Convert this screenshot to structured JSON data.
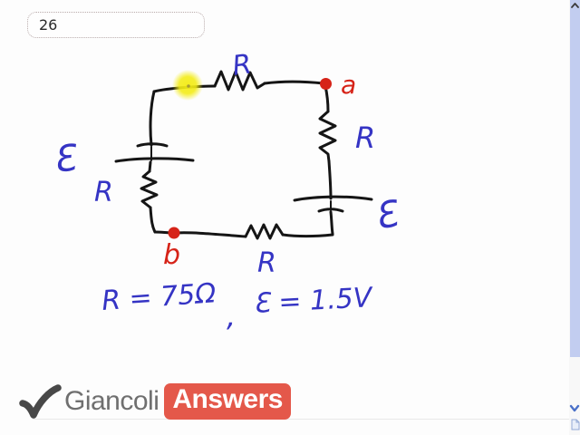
{
  "whiteboard": {
    "question_number": "26"
  },
  "circuit": {
    "labels": {
      "top_resistor": "R",
      "right_resistor": "R",
      "left_resistor": "R",
      "bottom_resistor": "R",
      "left_emf": "Ɛ",
      "right_emf": "Ɛ",
      "node_a": "a",
      "node_b": "b"
    },
    "givens": {
      "resistance": "R = 75Ω",
      "separator": ",",
      "emf": "Ɛ = 1.5V"
    },
    "colors": {
      "ink_black": "#151515",
      "handwriting_blue": "#3534c4",
      "handwriting_red": "#d62318",
      "highlight_yellow": "#f2ea1f"
    }
  },
  "logo": {
    "checkmark_icon": "checkmark",
    "brand": "Giancoli",
    "badge": "Answers",
    "brand_color": "#6f6f6f",
    "badge_color": "#e4584a"
  },
  "scrollbar": {
    "up_arrow_icon": "chevron-up",
    "down_arrow_icon": "chevron-down",
    "page_icon": "page-curl",
    "thumb_color": "#c2cdf0"
  }
}
